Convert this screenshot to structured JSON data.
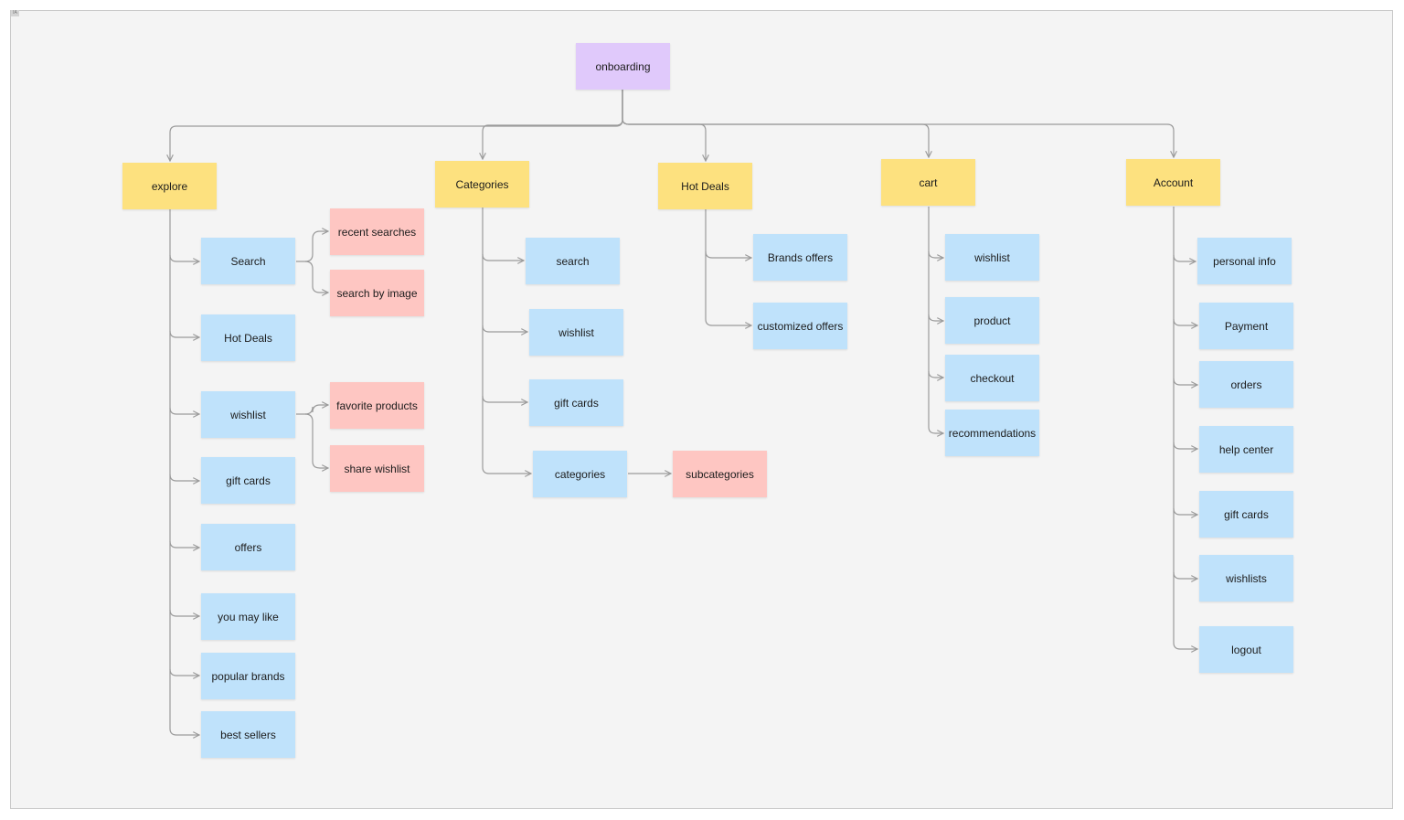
{
  "frame": {
    "tag": "IA"
  },
  "colors": {
    "root": "#e0c9fb",
    "category": "#fde17f",
    "page": "#bfe2fb",
    "subpage": "#fec6c2",
    "connector": "#9a9a9a"
  },
  "nodes": {
    "onboarding": "onboarding",
    "explore": "explore",
    "categories": "Categories",
    "hot_deals": "Hot Deals",
    "cart": "cart",
    "account": "Account",
    "explore_search": "Search",
    "explore_recent_searches": "recent searches",
    "explore_search_by_image": "search by image",
    "explore_hot_deals": "Hot Deals",
    "explore_wishlist": "wishlist",
    "explore_favorite_products": "favorite products",
    "explore_share_wishlist": "share wishlist",
    "explore_gift_cards": "gift cards",
    "explore_offers": "offers",
    "explore_you_may_like": "you may like",
    "explore_popular_brands": "popular brands",
    "explore_best_sellers": "best sellers",
    "categories_search": "search",
    "categories_wishlist": "wishlist",
    "categories_gift_cards": "gift cards",
    "categories_categories": "categories",
    "categories_subcategories": "subcategories",
    "hot_deals_brands_offers": "Brands offers",
    "hot_deals_customized_offers": "customized offers",
    "cart_wishlist": "wishlist",
    "cart_product": "product",
    "cart_checkout": "checkout",
    "cart_recommendations": "recommendations",
    "account_personal_info": "personal info",
    "account_payment": "Payment",
    "account_orders": "orders",
    "account_help_center": "help center",
    "account_gift_cards": "gift cards",
    "account_wishlists": "wishlists",
    "account_logout": "logout"
  }
}
